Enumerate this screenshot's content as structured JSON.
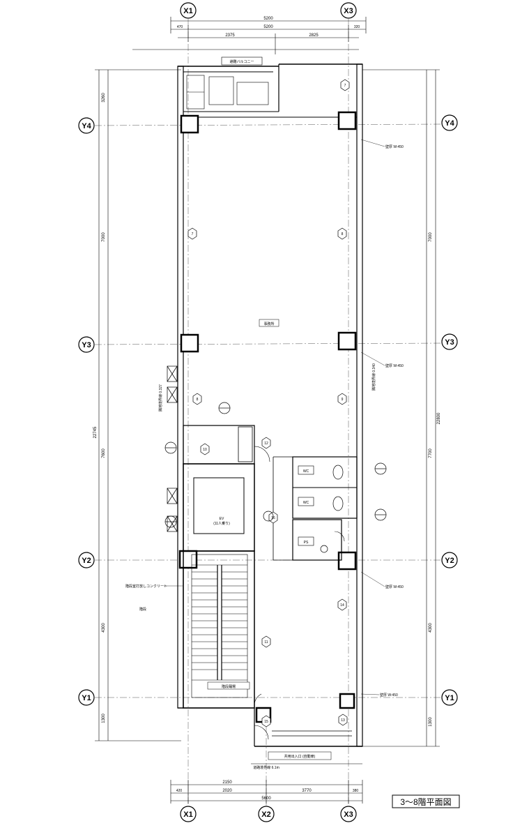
{
  "plan_title": "3～8階平面図",
  "grid": {
    "x_labels": [
      "X1",
      "X2",
      "X3"
    ],
    "y_labels": [
      "Y4",
      "Y3",
      "Y2",
      "Y1"
    ]
  },
  "dimensions": {
    "top_overall": "5200",
    "top_left": "2375",
    "top_right": "2825",
    "top_sub_left": "470",
    "top_sub_right": "320",
    "bottom_overall": "5600",
    "bottom_left": "2150",
    "bottom_mid": "2020",
    "bottom_right": "3770",
    "bottom_a": "420",
    "bottom_b": "380",
    "left_top": "3260",
    "left_y43": "7000",
    "left_y32": "7600",
    "left_y21": "4300",
    "left_overall": "22745",
    "left_bottom": "1300",
    "right_y43": "7000",
    "right_y32": "7700",
    "right_y21": "4300",
    "right_overall": "22800",
    "right_bottom": "1300"
  },
  "labels": {
    "balcony": "避難バルコニー",
    "room_center": "事務所",
    "elevator": "EV",
    "elevator_sub": "(11人乗り)",
    "entrance_line": "共用出入口 (自動扉)",
    "road_line": "道路境界線 6.1m",
    "column_note_1": "壁厚 W:450",
    "column_note_2": "壁厚 W:450",
    "column_note_3": "壁厚 W:450",
    "column_note_4": "壁厚 W:450",
    "stair_note_1": "階段室打放しコンクリート",
    "stair_note_2": "階段踊場",
    "left_wall_note": "隣地境界線 0.327",
    "right_wall_note": "隣地境界線 0.340",
    "ps_label": "PS",
    "wc_label_1": "WC",
    "wc_label_2": "WC",
    "stair_label": "階段"
  },
  "hex_tags": [
    "7",
    "7",
    "8",
    "8",
    "9",
    "10",
    "12",
    "14",
    "11",
    "13",
    "15",
    "16"
  ]
}
